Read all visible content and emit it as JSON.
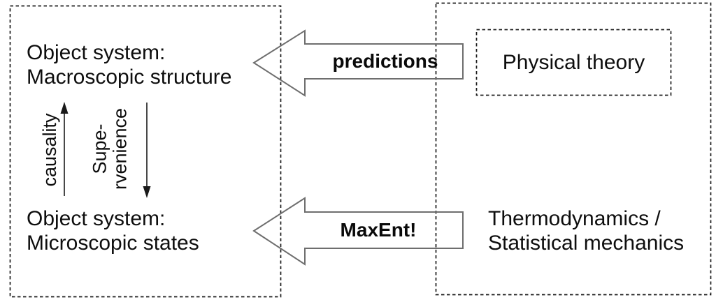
{
  "diagram": {
    "title": "Object system / physical theory relation diagram",
    "left_box": {
      "macro_label": "Object system:\nMacroscopic structure",
      "micro_label": "Object system:\nMicroscopic states",
      "causality_label": "causality",
      "supervenience_label": "Supe-\nrvenience"
    },
    "arrows": {
      "predictions_label": "predictions",
      "maxent_label": "MaxEnt!"
    },
    "right_box": {
      "physical_theory_label": "Physical theory",
      "thermo_label": "Thermodynamics /\nStatistical mechanics"
    },
    "colors": {
      "background": "#ffffff",
      "dashed_border": "#1c1c1c",
      "big_arrow_outline": "#6e6e6e",
      "small_arrow": "#1a1a1a",
      "text": "#0e0e0e"
    }
  }
}
